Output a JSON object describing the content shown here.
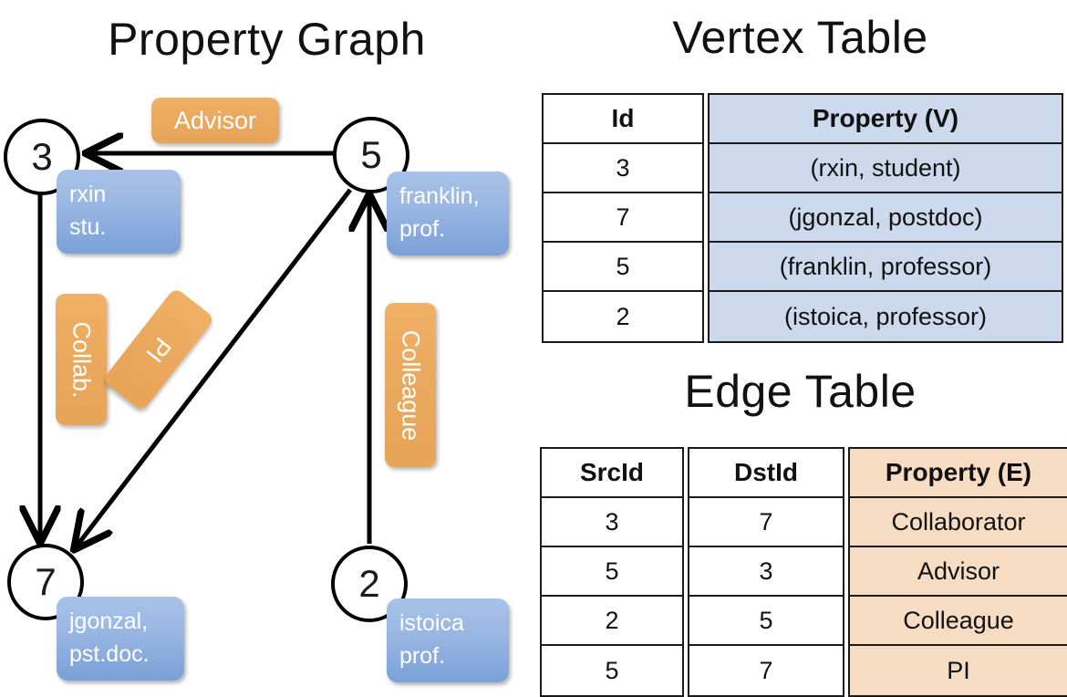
{
  "titles": {
    "property_graph": "Property Graph",
    "vertex_table": "Vertex Table",
    "edge_table": "Edge Table"
  },
  "graph": {
    "nodes": [
      {
        "id": "3",
        "property": "rxin\nstu."
      },
      {
        "id": "5",
        "property": "franklin,\nprof."
      },
      {
        "id": "7",
        "property": "jgonzal,\npst.doc."
      },
      {
        "id": "2",
        "property": "istoica\nprof."
      }
    ],
    "node_labels": {
      "n3": "3",
      "n5": "5",
      "n7": "7",
      "n2": "2"
    },
    "properties": {
      "rxin_line1": "rxin",
      "rxin_line2": "stu.",
      "franklin_line1": "franklin,",
      "franklin_line2": "prof.",
      "jgonzal_line1": "jgonzal,",
      "jgonzal_line2": "pst.doc.",
      "istoica_line1": "istoica",
      "istoica_line2": "prof."
    },
    "edge_labels": {
      "advisor": "Advisor",
      "collab": "Collab.",
      "pi": "PI",
      "colleague": "Colleague"
    },
    "edges": [
      {
        "from": "5",
        "to": "3",
        "label": "Advisor"
      },
      {
        "from": "3",
        "to": "7",
        "label": "Collab."
      },
      {
        "from": "5",
        "to": "7",
        "label": "PI"
      },
      {
        "from": "2",
        "to": "5",
        "label": "Colleague"
      }
    ]
  },
  "vertex_table": {
    "headers": [
      "Id",
      "Property (V)"
    ],
    "rows": [
      {
        "id": "3",
        "property": "(rxin, student)"
      },
      {
        "id": "7",
        "property": "(jgonzal, postdoc)"
      },
      {
        "id": "5",
        "property": "(franklin, professor)"
      },
      {
        "id": "2",
        "property": "(istoica, professor)"
      }
    ]
  },
  "edge_table": {
    "headers": [
      "SrcId",
      "DstId",
      "Property (E)"
    ],
    "rows": [
      {
        "src": "3",
        "dst": "7",
        "property": "Collaborator"
      },
      {
        "src": "5",
        "dst": "3",
        "property": "Advisor"
      },
      {
        "src": "2",
        "dst": "5",
        "property": "Colleague"
      },
      {
        "src": "5",
        "dst": "7",
        "property": "PI"
      }
    ]
  },
  "colors": {
    "vertex_property_fill": "#ccd9ed",
    "edge_property_fill": "#f5dcc3",
    "node_box_blue": "#9bb8e4",
    "edge_label_orange": "#eaa95f",
    "stroke": "#1a1a1a",
    "background": "#ffffff"
  }
}
